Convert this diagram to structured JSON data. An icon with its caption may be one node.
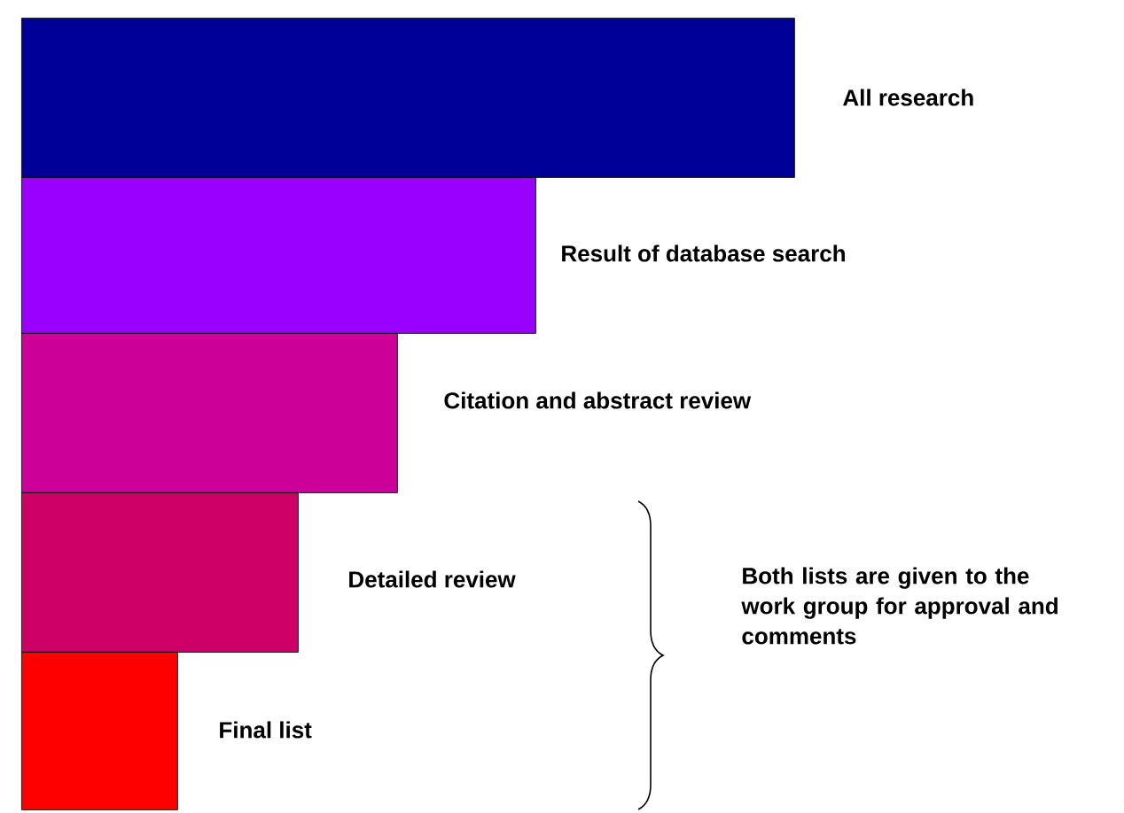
{
  "diagram": {
    "nodes": [
      {
        "text": [],
        "shape": "bar",
        "beside": [
          "All research"
        ]
      },
      {
        "text": [],
        "shape": "bar",
        "beside": [
          "Result of database search"
        ]
      },
      {
        "text": [],
        "shape": "bar",
        "beside": [
          "Citation and abstract review"
        ]
      },
      {
        "text": [],
        "shape": "bar",
        "beside": [
          "Detailed review"
        ]
      },
      {
        "text": [],
        "shape": "bar",
        "beside": [
          "Final list"
        ]
      }
    ],
    "labels": [
      "Both lists are given to the work group for approval and comments"
    ]
  }
}
